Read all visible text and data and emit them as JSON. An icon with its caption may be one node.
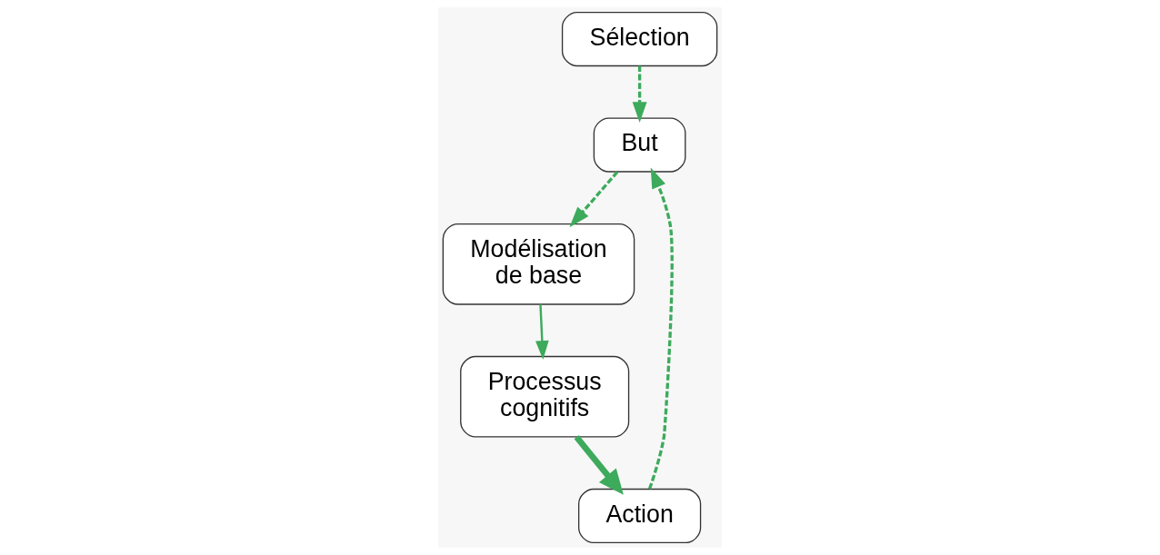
{
  "diagram": {
    "nodes": [
      {
        "text": [
          "Sélection"
        ]
      },
      {
        "text": [
          "But"
        ]
      },
      {
        "text": [
          "Modélisation de base"
        ]
      },
      {
        "text": [
          "Processus cognitifs"
        ]
      },
      {
        "text": [
          "Action"
        ]
      }
    ],
    "edges": [
      {
        "from": 0,
        "to": 1,
        "arrow": "to",
        "style": "dashed"
      },
      {
        "from": 1,
        "to": 2,
        "arrow": "to",
        "style": "dashed"
      },
      {
        "from": 2,
        "to": 3,
        "arrow": "to"
      },
      {
        "from": 3,
        "to": 4,
        "arrow": "to",
        "style": "thick"
      },
      {
        "from": 4,
        "to": 1,
        "arrow": "to",
        "style": "dashed"
      }
    ]
  }
}
